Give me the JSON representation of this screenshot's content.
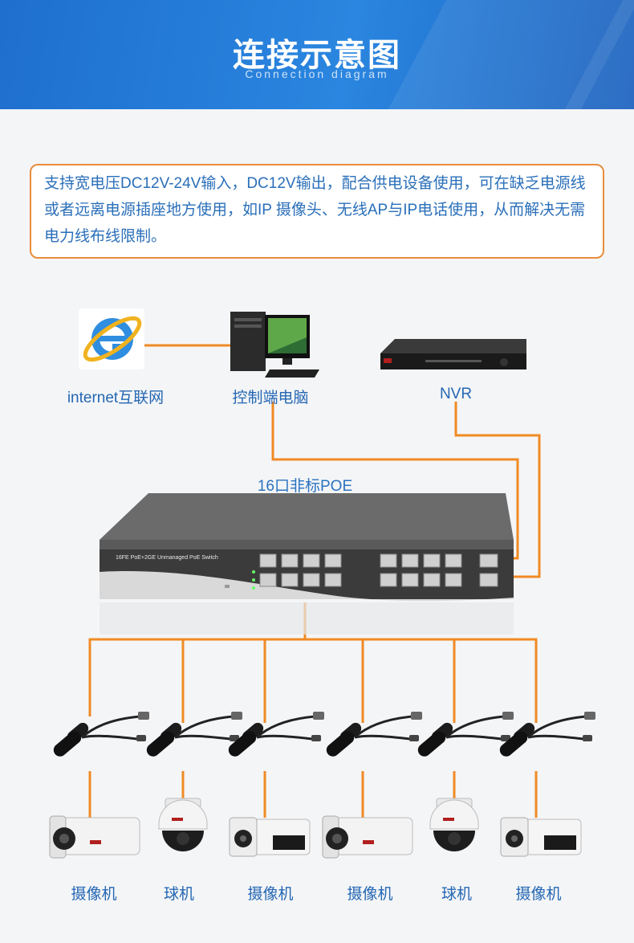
{
  "header": {
    "title": "连接示意图",
    "subtitle": "Connection diagram"
  },
  "description": "支持宽电压DC12V-24V输入，DC12V输出，配合供电设备使用，可在缺乏电源线或者远离电源插座地方使用，如IP 摄像头、无线AP与IP电话使用，从而解决无需电力线布线限制。",
  "devices": {
    "internet_label": "internet互联网",
    "pc_label": "控制端电脑",
    "nvr_label": "NVR",
    "switch_label": "16口非标POE",
    "switch_panel_text": "16FE PoE+2GE Unmanaged PoE Switch"
  },
  "endpoints": [
    {
      "label": "摄像机",
      "kind": "bullet-camera"
    },
    {
      "label": "球机",
      "kind": "dome-camera"
    },
    {
      "label": "摄像机",
      "kind": "box-camera"
    },
    {
      "label": "摄像机",
      "kind": "bullet-camera"
    },
    {
      "label": "球机",
      "kind": "dome-camera"
    },
    {
      "label": "摄像机",
      "kind": "box-camera"
    }
  ],
  "colors": {
    "header": "#2a7bd6",
    "accent": "#e98d3c",
    "text": "#2467b3",
    "cable": "#f08a24"
  }
}
